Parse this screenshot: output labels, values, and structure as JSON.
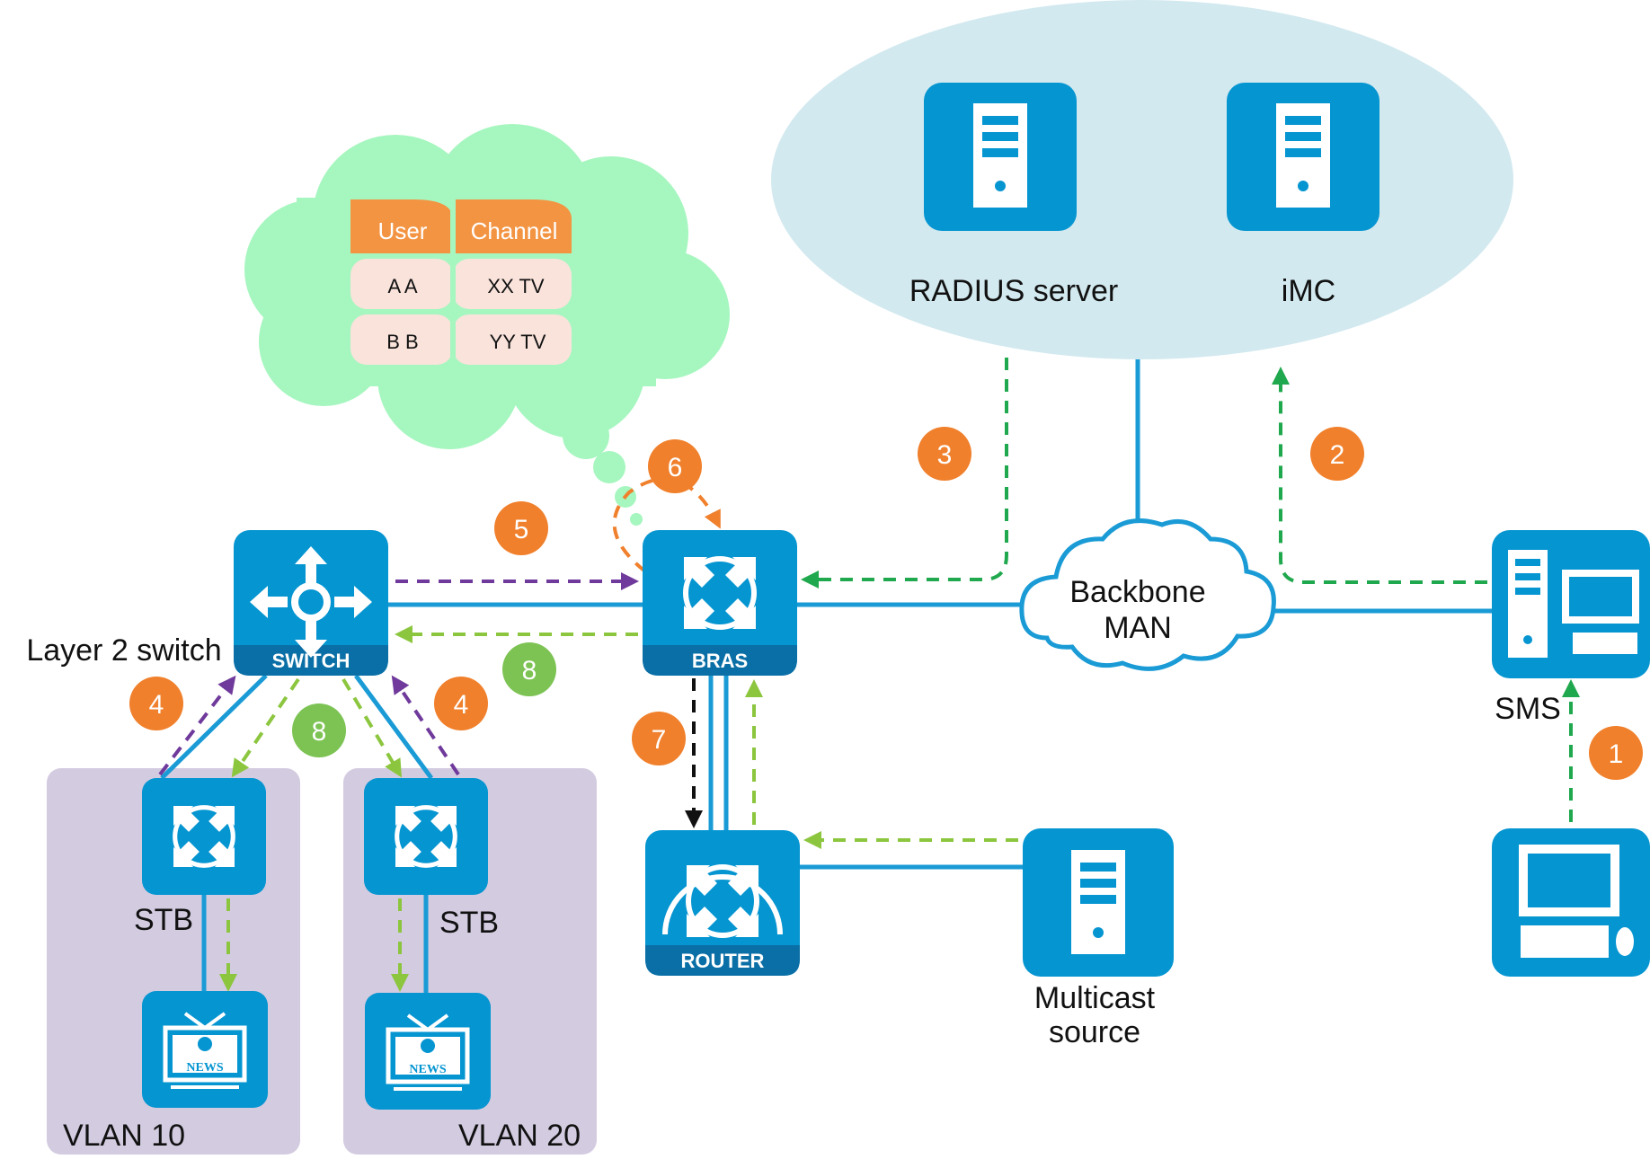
{
  "diagram": {
    "cloud_table": {
      "headers": [
        "User",
        "Channel"
      ],
      "rows": [
        [
          "A A",
          "XX TV"
        ],
        [
          "B B",
          "YY TV"
        ]
      ]
    },
    "labels": {
      "radius": "RADIUS server",
      "imc": "iMC",
      "backbone_line1": "Backbone",
      "backbone_line2": "MAN",
      "layer2": "Layer 2 switch",
      "sms": "SMS",
      "stb_left": "STB",
      "stb_right": "STB",
      "multicast_line1": "Multicast",
      "multicast_line2": "source",
      "vlan10": "VLAN 10",
      "vlan20": "VLAN 20"
    },
    "device_captions": {
      "switch": "SWITCH",
      "bras": "BRAS",
      "router": "ROUTER"
    },
    "tv_text": "NEWS",
    "steps": {
      "s1": "1",
      "s2": "2",
      "s3": "3",
      "s4a": "4",
      "s4b": "4",
      "s5": "5",
      "s6": "6",
      "s7": "7",
      "s8a": "8",
      "s8b": "8"
    },
    "colors": {
      "device_blue": "#0595d1",
      "device_dark": "#0a6fa6",
      "link_line": "#1a9bd6",
      "step_orange": "#f0802c",
      "step_green": "#7cc353",
      "arrow_green": "#20a84e",
      "arrow_lightgreen": "#8cc63f",
      "arrow_purple": "#6f3a9b",
      "cloud_green": "#a6f6bf",
      "ellipse": "#d2e9ef",
      "vlan_bg": "#d3cbe0"
    }
  }
}
